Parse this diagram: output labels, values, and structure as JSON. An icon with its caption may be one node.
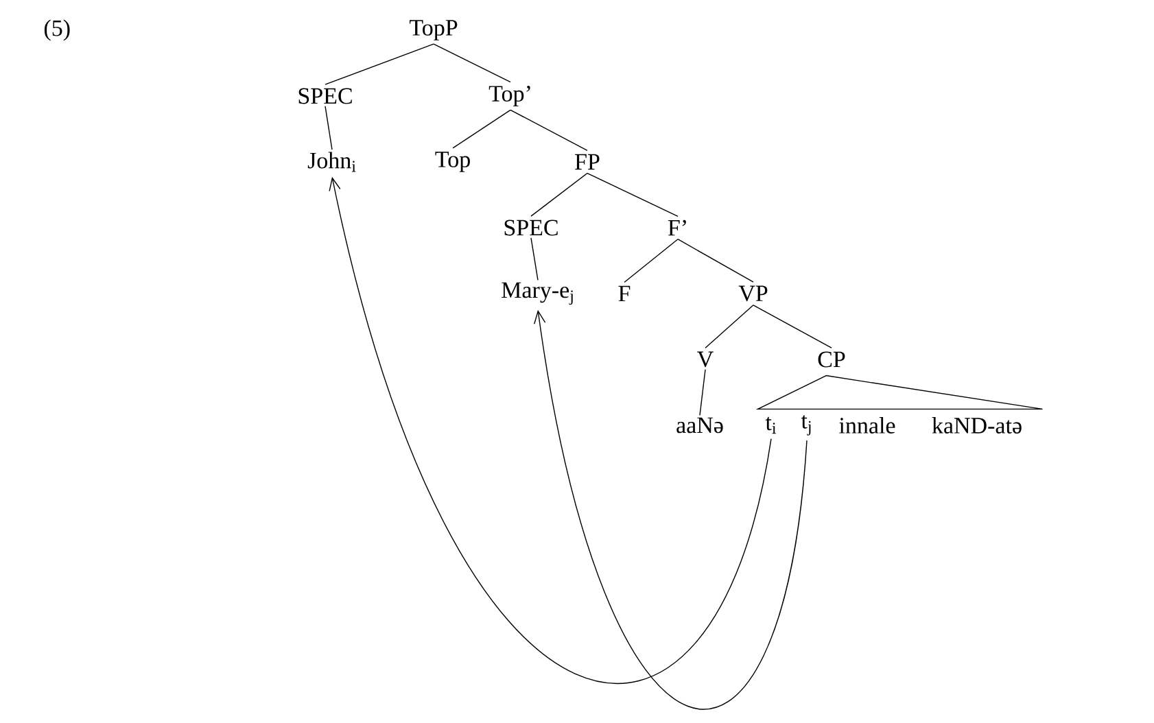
{
  "diagram": {
    "nodes": [
      {
        "text": [
          "TopP"
        ]
      },
      {
        "text": [
          "SPEC"
        ]
      },
      {
        "text": [
          "Top’"
        ]
      },
      {
        "text": [
          "John$_{i}$"
        ]
      },
      {
        "text": [
          "Top"
        ]
      },
      {
        "text": [
          "FP"
        ]
      },
      {
        "text": [
          "SPEC"
        ]
      },
      {
        "text": [
          "F’"
        ]
      },
      {
        "text": [
          "Mary-e$_{j}$"
        ]
      },
      {
        "text": [
          "F"
        ]
      },
      {
        "text": [
          "VP"
        ]
      },
      {
        "text": [
          "V"
        ]
      },
      {
        "text": [
          "CP"
        ]
      },
      {
        "text": [],
        "shape": "triangle"
      },
      {
        "text": [
          "aaNə"
        ]
      },
      {
        "text": [
          "t$_{i}$"
        ]
      },
      {
        "text": [
          "t$_{j}$"
        ]
      },
      {
        "text": [
          "innale"
        ]
      },
      {
        "text": [
          "kaND-atə"
        ]
      }
    ],
    "edges": [
      {
        "from": 0,
        "to": 1,
        "arrow": "none"
      },
      {
        "from": 0,
        "to": 2,
        "arrow": "none"
      },
      {
        "from": 1,
        "to": 3,
        "arrow": "none"
      },
      {
        "from": 2,
        "to": 4,
        "arrow": "none"
      },
      {
        "from": 2,
        "to": 5,
        "arrow": "none"
      },
      {
        "from": 5,
        "to": 6,
        "arrow": "none"
      },
      {
        "from": 5,
        "to": 7,
        "arrow": "none"
      },
      {
        "from": 6,
        "to": 8,
        "arrow": "none"
      },
      {
        "from": 7,
        "to": 9,
        "arrow": "none"
      },
      {
        "from": 7,
        "to": 10,
        "arrow": "none"
      },
      {
        "from": 10,
        "to": 11,
        "arrow": "none"
      },
      {
        "from": 10,
        "to": 12,
        "arrow": "none"
      },
      {
        "from": 11,
        "to": 14,
        "arrow": "none"
      },
      {
        "from": 15,
        "to": 3,
        "arrow": "to"
      },
      {
        "from": 16,
        "to": 8,
        "arrow": "to"
      }
    ],
    "labels": [
      "(5)"
    ]
  }
}
